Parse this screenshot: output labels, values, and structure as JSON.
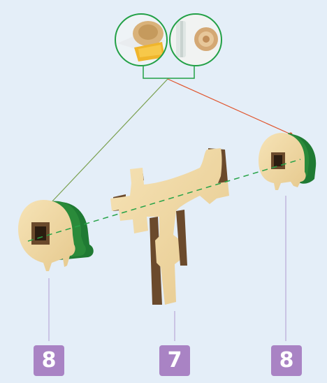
{
  "parts": [
    {
      "id": "part-8-left",
      "label": "8"
    },
    {
      "id": "part-7",
      "label": "7"
    },
    {
      "id": "part-8-right",
      "label": "8"
    }
  ],
  "colors": {
    "background": "#e4eef8",
    "badge": "#a983c4",
    "wood_face": "#f0d9a4",
    "wood_side": "#6b4a2c",
    "green_band": "#2a8a3a",
    "callout_circle": "#22a046",
    "leader_red": "#e0542c",
    "axis_dash": "#27a348",
    "guide_line": "#b8a8d8"
  }
}
